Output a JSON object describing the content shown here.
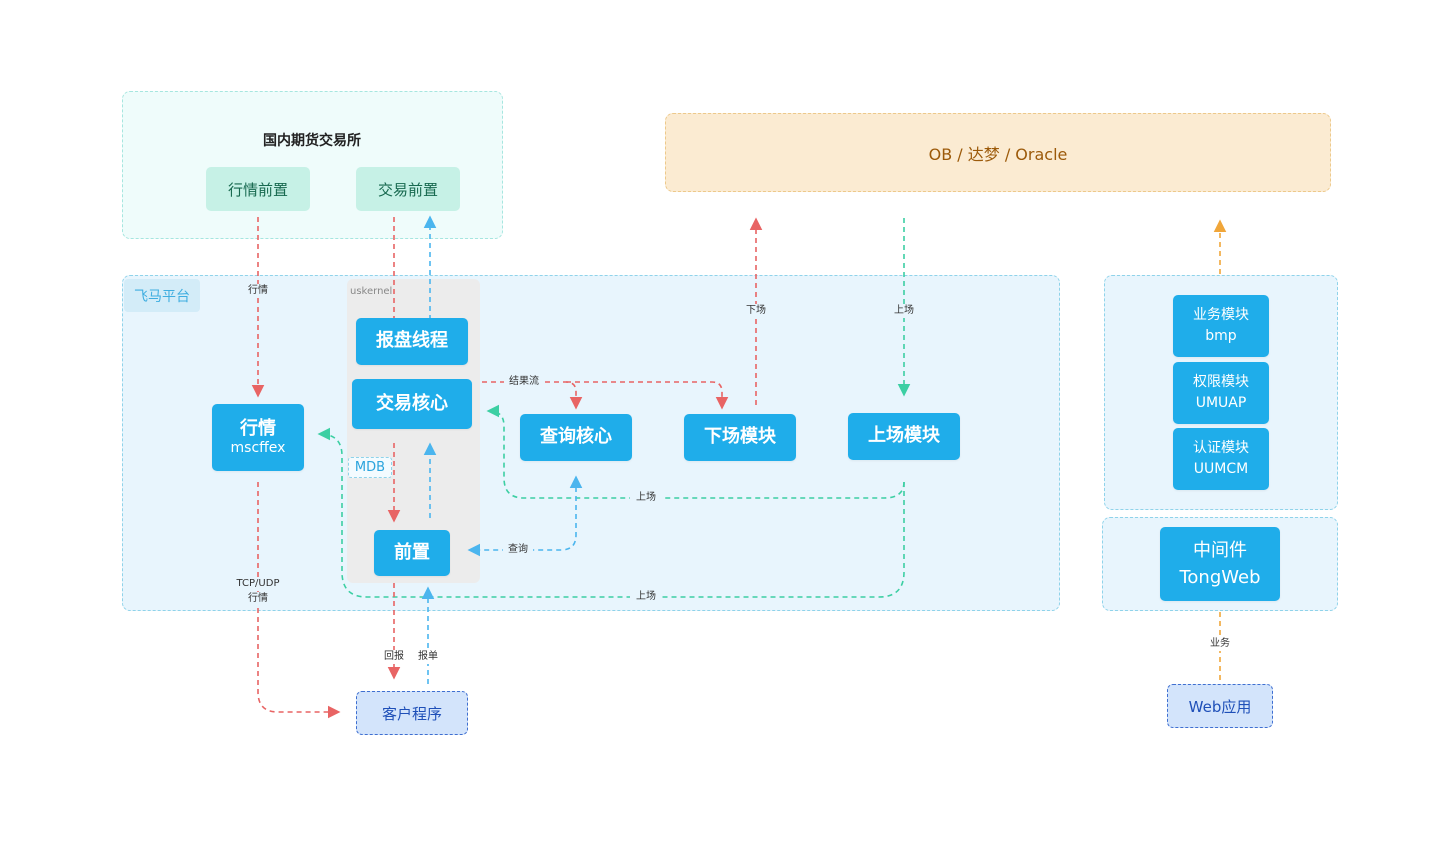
{
  "exchange": {
    "title": "国内期货交易所",
    "quote_front": "行情前置",
    "trade_front": "交易前置"
  },
  "database": {
    "label": "OB / 达梦 / Oracle"
  },
  "platform": {
    "label": "飞马平台",
    "uskernel_label": "uskernel",
    "mdb_label": "MDB",
    "offer_thread": "报盘线程",
    "trade_core": "交易核心",
    "quote_title": "行情",
    "quote_sub": "mscffex",
    "query_core": "查询核心",
    "offline_module": "下场模块",
    "online_module": "上场模块",
    "front": "前置"
  },
  "side": {
    "business_title": "业务模块",
    "business_sub": "bmp",
    "permission_title": "权限模块",
    "permission_sub": "UMUAP",
    "auth_title": "认证模块",
    "auth_sub": "UUMCM",
    "middleware_title": "中间件",
    "middleware_sub": "TongWeb"
  },
  "client": {
    "label": "客户程序"
  },
  "webapp": {
    "label": "Web应用"
  },
  "edges": {
    "quote": "行情",
    "result_stream": "结果流",
    "offline": "下场",
    "online_top": "上场",
    "online_mid": "上场",
    "online_bottom": "上场",
    "query": "查询",
    "tcp_udp": "TCP/UDP",
    "tcp_quote": "行情",
    "report_back": "回报",
    "order": "报单",
    "business": "业务"
  },
  "colors": {
    "node_blue": "#1fadea",
    "red_line": "#e86464",
    "blue_line": "#4bb5ee",
    "green_line": "#3ccfa3",
    "orange_line": "#f0a63a"
  }
}
